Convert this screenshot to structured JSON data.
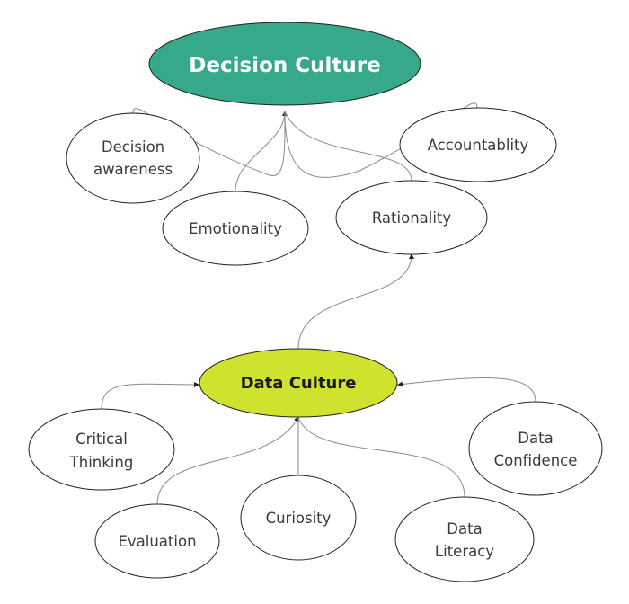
{
  "colors": {
    "decision_culture": "#36a98a",
    "data_culture": "#cfe22e",
    "outline": "#222222",
    "edge": "#8a8a8a"
  },
  "decision_culture": {
    "title": "Decision Culture",
    "children": {
      "decision_awareness": [
        "Decision",
        "awareness"
      ],
      "accountability": "Accountablity",
      "emotionality": "Emotionality",
      "rationality": "Rationality"
    }
  },
  "data_culture": {
    "title": "Data Culture",
    "children": {
      "critical_thinking": [
        "Critical",
        "Thinking"
      ],
      "data_confidence": [
        "Data",
        "Confidence"
      ],
      "evaluation": "Evaluation",
      "curiosity": "Curiosity",
      "data_literacy": [
        "Data",
        "Literacy"
      ]
    }
  }
}
